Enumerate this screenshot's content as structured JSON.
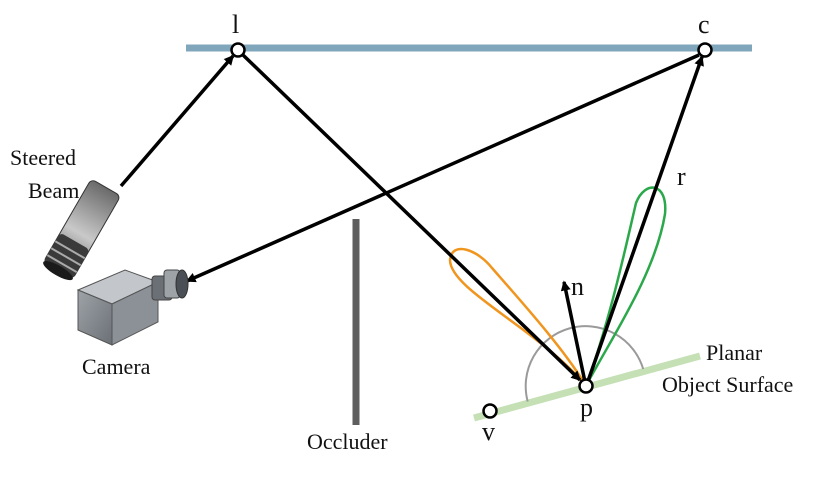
{
  "labels": {
    "l": "l",
    "c": "c",
    "r": "r",
    "n": "n",
    "p": "p",
    "v": "v",
    "steered_beam_line1": "Steered",
    "steered_beam_line2": "Beam",
    "camera": "Camera",
    "occluder": "Occluder",
    "surface_line1": "Planar",
    "surface_line2": "Object Surface"
  },
  "colors": {
    "wall": "#7fa6bb",
    "surface": "#c4e0b4",
    "occluder": "#5e5e5e",
    "arrow": "#000000",
    "orange_lobe": "#f0951e",
    "green_lobe": "#2aa84a",
    "arc": "#9a9a9a"
  },
  "icons": {
    "beam_source": "laser-emitter-icon",
    "camera": "camera-icon"
  }
}
